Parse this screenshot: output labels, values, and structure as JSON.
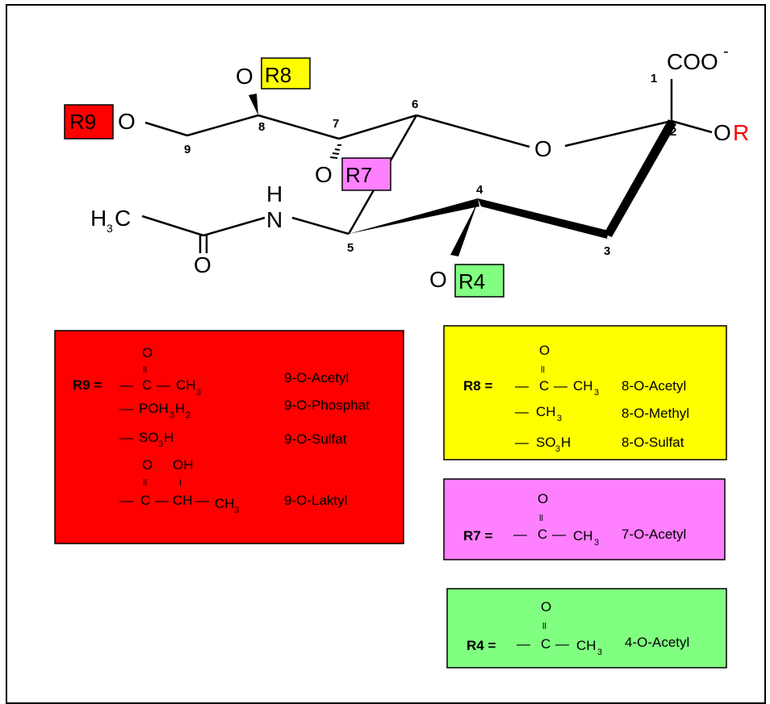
{
  "structure": {
    "atoms": {
      "coo": "COO",
      "coo_charge": "-",
      "ring_o": "O",
      "o2": "O",
      "r": "R",
      "o9": "O",
      "o8": "O",
      "o7": "O",
      "o4": "O",
      "nh_h": "H",
      "nh_n": "N",
      "h3c_h": "H",
      "h3c_sub": "3",
      "h3c_c": "C",
      "carbonyl_o": "O"
    },
    "positions": [
      "1",
      "2",
      "3",
      "4",
      "5",
      "6",
      "7",
      "8",
      "9"
    ],
    "r_labels": {
      "r9": "R9",
      "r8": "R8",
      "r7": "R7",
      "r4": "R4"
    }
  },
  "boxes": {
    "r9": {
      "lhs": "R9 =",
      "names": [
        "9-O-Acetyl",
        "9-O-Phosphat",
        "9-O-Sulfat",
        "9-O-Laktyl"
      ]
    },
    "r8": {
      "lhs": "R8 =",
      "names": [
        "8-O-Acetyl",
        "8-O-Methyl",
        "8-O-Sulfat"
      ]
    },
    "r7": {
      "lhs": "R7 =",
      "names": [
        "7-O-Acetyl"
      ]
    },
    "r4": {
      "lhs": "R4 =",
      "names": [
        "4-O-Acetyl"
      ]
    }
  },
  "formula": {
    "dash": "—",
    "o": "O",
    "dbl": "ll",
    "c": "C",
    "ch": "CH",
    "ch3": "CH",
    "sub3": "3",
    "poh3h2_a": "POH",
    "poh3h2_b": "3",
    "poh3h2_c": "H",
    "poh3h2_d": "2",
    "so3h_a": "SO",
    "so3h_b": "3",
    "so3h_c": "H",
    "oh": "OH",
    "bar": "I"
  },
  "colors": {
    "r9": "#ff0000",
    "r8": "#ffff00",
    "r7": "#ff80ff",
    "r4": "#80ff80",
    "r_text": "#ff0000"
  }
}
